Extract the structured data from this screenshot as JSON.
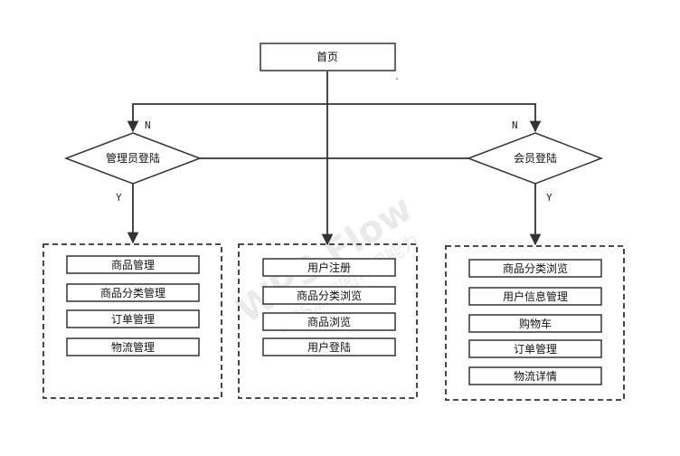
{
  "home": "首页",
  "admin_login": "管理员登陆",
  "member_login": "会员登陆",
  "labels": {
    "no": "N",
    "yes": "Y"
  },
  "admin_items": [
    "商品管理",
    "商品分类管理",
    "订单管理",
    "物流管理"
  ],
  "user_items": [
    "用户注册",
    "商品分类浏览",
    "商品浏览",
    "用户登陆"
  ],
  "member_items": [
    "商品分类浏览",
    "用户信息管理",
    "购物车",
    "订单管理",
    "物流详情"
  ],
  "watermark": {
    "line1": "WPS Flow",
    "line2": "WPS流程图作图能力"
  },
  "colors": {
    "stroke": "#333333",
    "fill": "#ffffff",
    "text": "#111111"
  }
}
